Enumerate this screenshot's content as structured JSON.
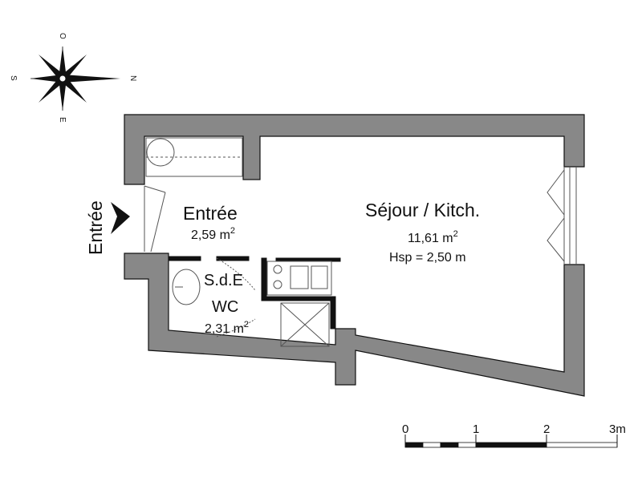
{
  "compass": {
    "north": "N",
    "south": "S",
    "east": "E",
    "west": "O"
  },
  "entrance": {
    "label": "Entrée"
  },
  "rooms": {
    "entree": {
      "name": "Entrée",
      "area": "2,59 m",
      "area_sup": "2"
    },
    "sejour": {
      "name": "Séjour / Kitch.",
      "area": "11,61 m",
      "area_sup": "2",
      "height": "Hsp = 2,50 m"
    },
    "sde": {
      "name": "S.d.E",
      "name2": "WC",
      "area": "2,31 m",
      "area_sup": "2"
    }
  },
  "scale": {
    "ticks": [
      "0",
      "1",
      "2",
      "3m"
    ],
    "max": 3
  },
  "colors": {
    "wall": "#888888",
    "outline": "#111111",
    "fixture": "#555555"
  }
}
